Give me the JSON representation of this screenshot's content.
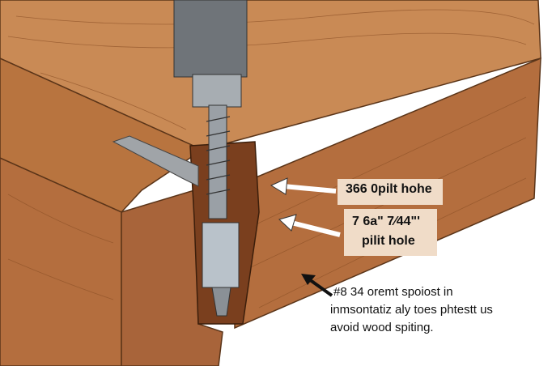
{
  "labels": {
    "label_1": "366 0pilt hohe",
    "label_2_line1": "7 6a\" 7⁄44\"'",
    "label_2_line2": "pilit hole"
  },
  "note": {
    "line1": "#8 34 oremt spoiost in",
    "line2": "inmsontatiz aly toes phtestt us",
    "line3": "avoid wood spiting."
  },
  "colors": {
    "wood_top": "#c98a55",
    "wood_side": "#b46e3e",
    "wood_dark": "#8e4f28",
    "drill": "#6f7479",
    "label_bg": "#f0dcc8"
  }
}
